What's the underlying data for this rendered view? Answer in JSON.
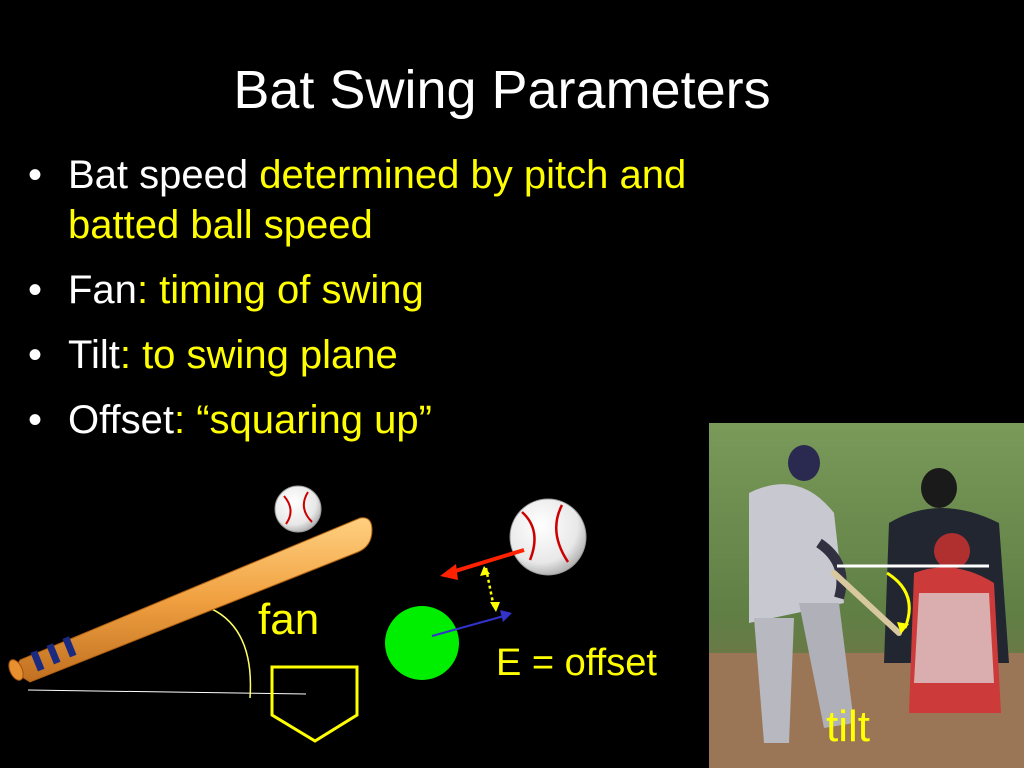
{
  "slide": {
    "title": "Bat Swing Parameters",
    "bullets": [
      {
        "lead": "Bat speed",
        "highlight": "determined by pitch and batted ball speed"
      },
      {
        "lead": "Fan",
        "highlight": ":  timing of swing"
      },
      {
        "lead": "Tilt",
        "highlight": ":  to swing plane"
      },
      {
        "lead": "Offset",
        "highlight": ":  “squaring up”"
      }
    ],
    "bullet_glyph": "•"
  },
  "diagram": {
    "fan_label": "fan",
    "offset_label": "E = offset"
  },
  "photo": {
    "tilt_label": "tilt"
  },
  "colors": {
    "background": "#000000",
    "text": "#ffffff",
    "highlight": "#ffff00",
    "ball_green": "#00ee00",
    "arrow_red": "#ff2200",
    "arrow_blue": "#3333cc",
    "bat": "#f0a040"
  }
}
